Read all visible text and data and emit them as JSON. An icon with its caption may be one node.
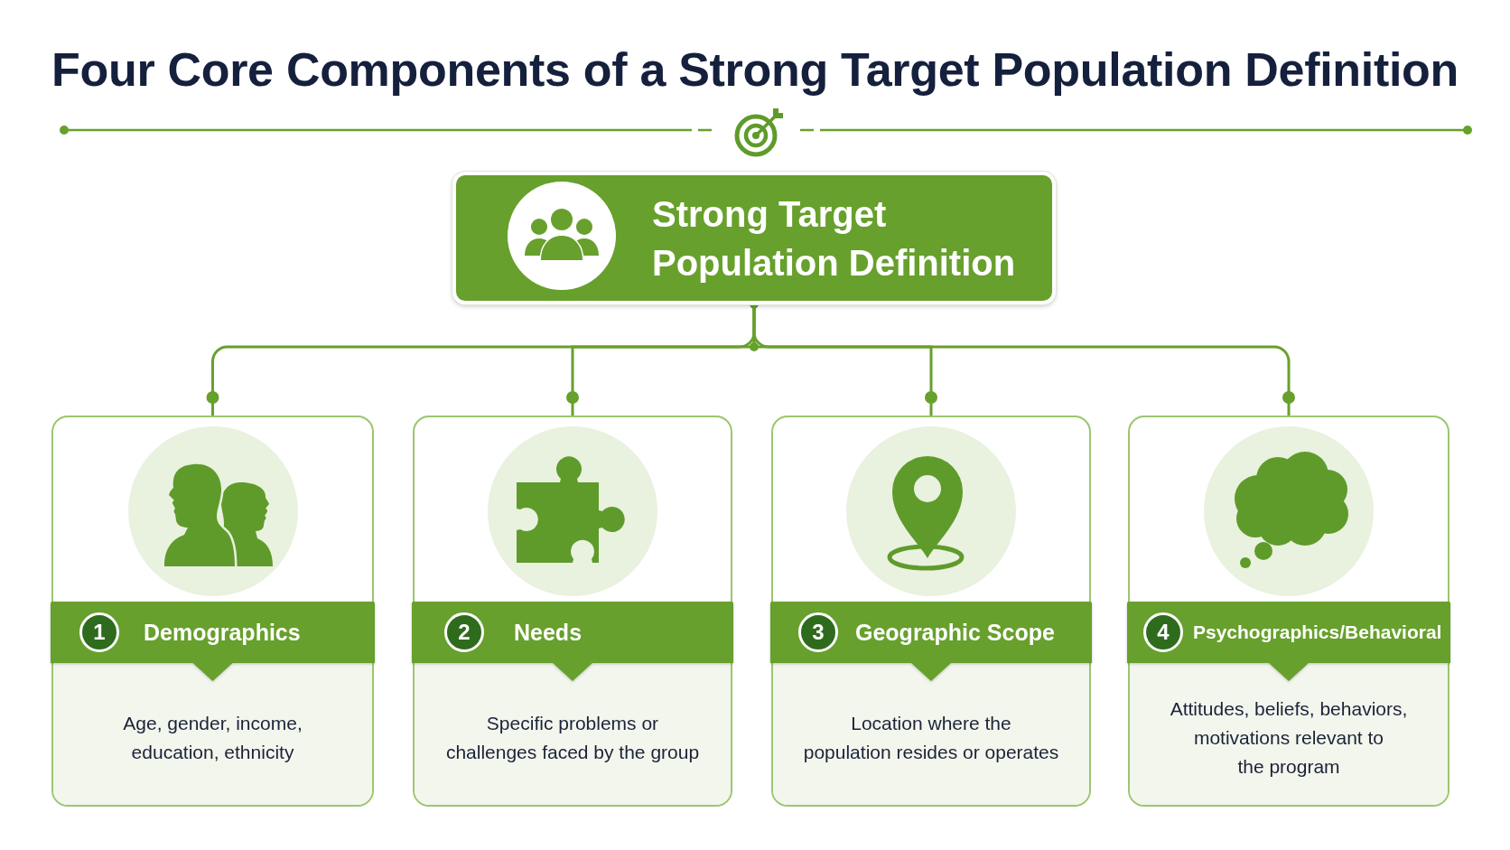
{
  "diagram": {
    "title": "Four Core Components of a Strong Target Population Definition",
    "nodes": [
      {
        "text": [
          "Strong Target Population Definition"
        ]
      },
      {
        "text": [
          "1",
          "Demographics",
          "Age, gender, income, education, ethnicity"
        ]
      },
      {
        "text": [
          "2",
          "Needs",
          "Specific problems or challenges faced by the group"
        ]
      },
      {
        "text": [
          "3",
          "Geographic Scope",
          "Location where the population resides or operates"
        ]
      },
      {
        "text": [
          "4",
          "Psychographics/Behavioral",
          "Attitudes, beliefs, behaviors, motivations relevant to the program"
        ]
      }
    ],
    "edges": [
      {
        "from": 0,
        "to": 1,
        "arrow": "other"
      },
      {
        "from": 0,
        "to": 2,
        "arrow": "other"
      },
      {
        "from": 0,
        "to": 3,
        "arrow": "other"
      },
      {
        "from": 0,
        "to": 4,
        "arrow": "other"
      }
    ]
  }
}
